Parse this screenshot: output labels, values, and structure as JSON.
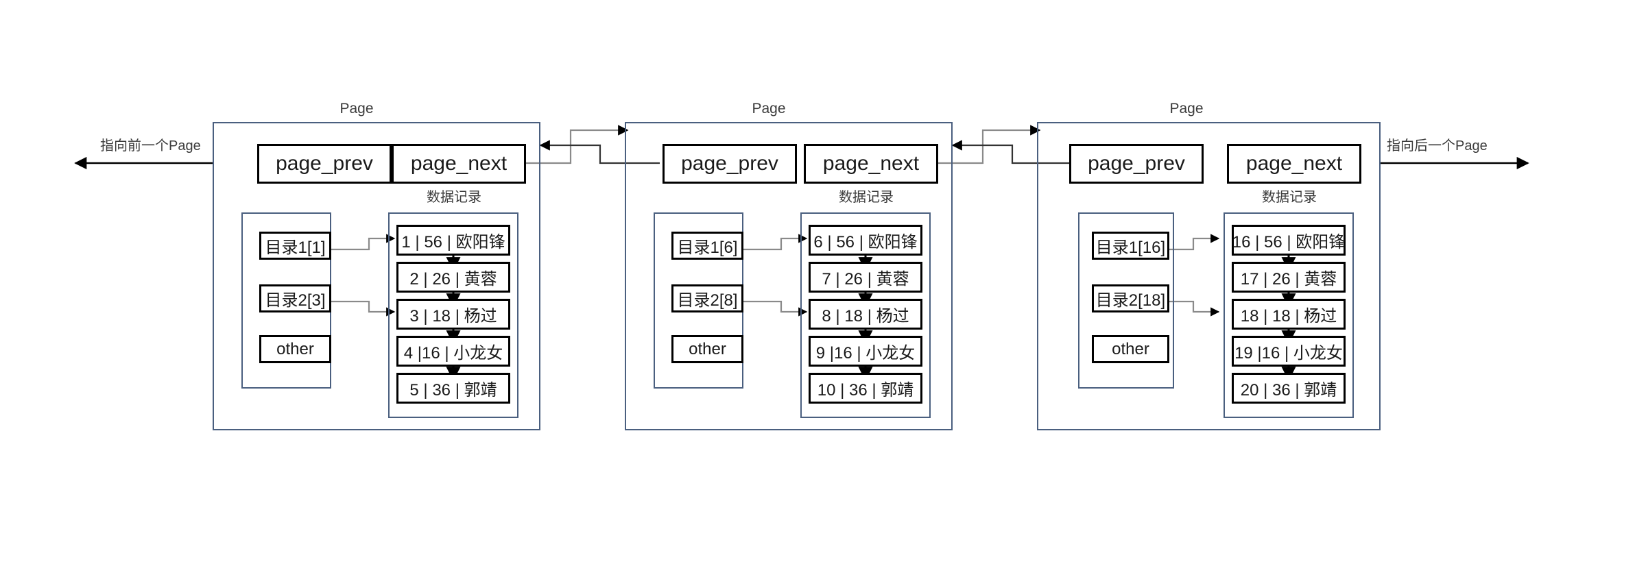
{
  "diagram": {
    "title": "Page linked list with directory slots and data records",
    "colors": {
      "page_border": "#4a5f7f",
      "node_border": "#000000",
      "connector": "#333333",
      "connector_gray": "#8a8a8a",
      "text": "#1a1a1a",
      "background": "#ffffff"
    },
    "left_edge_label": "指向前一个Page",
    "right_edge_label": "指向后一个Page"
  },
  "pages": [
    {
      "title": "Page",
      "prev_label": "page_prev",
      "next_label": "page_next",
      "records_title": "数据记录",
      "directory": {
        "entries": [
          "目录1[1]",
          "目录2[3]"
        ],
        "other": "other"
      },
      "records": [
        "1 | 56 | 欧阳锋",
        "2 | 26 | 黄蓉",
        "3 | 18 | 杨过",
        "4 |16 | 小龙女",
        "5 | 36 | 郭靖"
      ]
    },
    {
      "title": "Page",
      "prev_label": "page_prev",
      "next_label": "page_next",
      "records_title": "数据记录",
      "directory": {
        "entries": [
          "目录1[6]",
          "目录2[8]"
        ],
        "other": "other"
      },
      "records": [
        "6 | 56 | 欧阳锋",
        "7 | 26 | 黄蓉",
        "8 | 18 | 杨过",
        "9 |16 | 小龙女",
        "10 | 36 | 郭靖"
      ]
    },
    {
      "title": "Page",
      "prev_label": "page_prev",
      "next_label": "page_next",
      "records_title": "数据记录",
      "directory": {
        "entries": [
          "目录1[16]",
          "目录2[18]"
        ],
        "other": "other"
      },
      "records": [
        "16 | 56 | 欧阳锋",
        "17 | 26 | 黄蓉",
        "18 | 18 | 杨过",
        "19 |16 | 小龙女",
        "20 | 36 | 郭靖"
      ]
    }
  ]
}
